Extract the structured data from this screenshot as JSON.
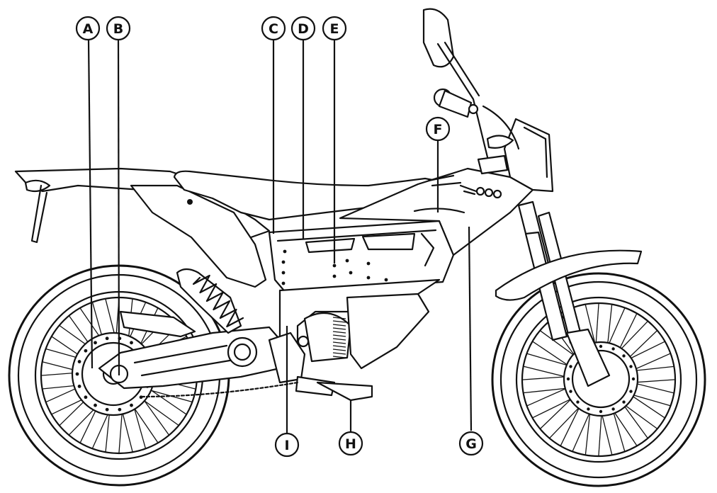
{
  "callouts": [
    {
      "id": "A",
      "label": "A"
    },
    {
      "id": "B",
      "label": "B"
    },
    {
      "id": "C",
      "label": "C"
    },
    {
      "id": "D",
      "label": "D"
    },
    {
      "id": "E",
      "label": "E"
    },
    {
      "id": "F",
      "label": "F"
    },
    {
      "id": "G",
      "label": "G"
    },
    {
      "id": "H",
      "label": "H"
    },
    {
      "id": "I",
      "label": "I"
    }
  ]
}
